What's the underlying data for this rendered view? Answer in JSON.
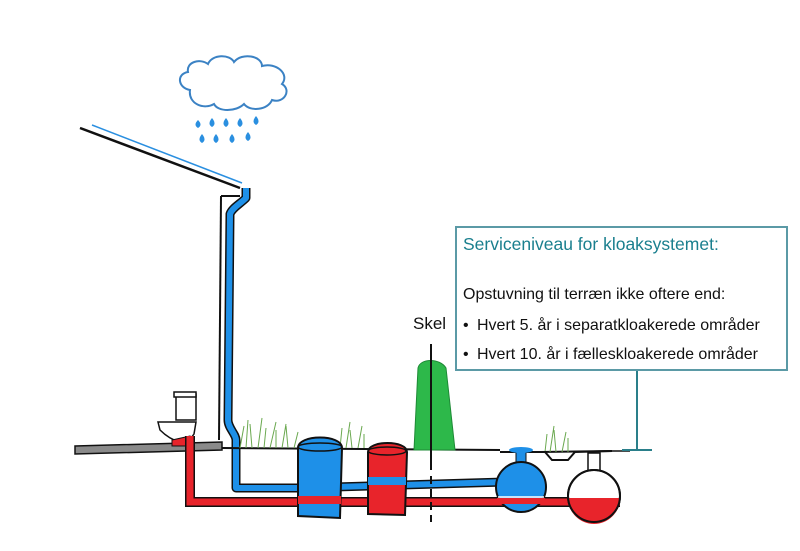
{
  "diagram": {
    "title": "Serviceniveau for kloaksystemet:",
    "intro": "Opstuvning til terræn ikke oftere end:",
    "bullets": [
      {
        "text": "Hvert 5. år i separatkloakerede områder"
      },
      {
        "text": "Hvert 10. år i fælleskloakerede områder"
      }
    ],
    "boundary_label": "Skel",
    "bullet_symbol": "•",
    "colors": {
      "storm_water": "#1e90e8",
      "waste_water": "#e8242b",
      "outline": "#111111",
      "box_border": "#5b9aa6",
      "title_text": "#1a7f8e",
      "hedge": "#2db84a",
      "grass": "#6aa84f",
      "ground": "#8a8a8a"
    },
    "elements": [
      "rain-cloud",
      "rain-drops",
      "roof",
      "gutter-downpipe",
      "house-wall",
      "toilet",
      "floor-slab",
      "grass",
      "storm-tank",
      "waste-tank",
      "hedge",
      "boundary-line",
      "storm-main",
      "waste-main",
      "service-level-marker"
    ]
  }
}
